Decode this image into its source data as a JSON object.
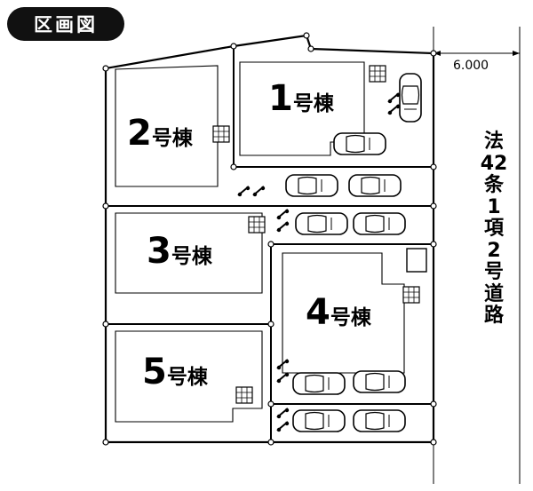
{
  "title": "区画図",
  "lots": [
    {
      "id": "1",
      "number": "1",
      "suffix": "号棟"
    },
    {
      "id": "2",
      "number": "2",
      "suffix": "号棟"
    },
    {
      "id": "3",
      "number": "3",
      "suffix": "号棟"
    },
    {
      "id": "4",
      "number": "4",
      "suffix": "号棟"
    },
    {
      "id": "5",
      "number": "5",
      "suffix": "号棟"
    }
  ],
  "road": {
    "width_label": "6.000",
    "type_label_chars": [
      "法",
      "42",
      "条",
      "1",
      "項",
      "2",
      "号",
      "道",
      "路"
    ]
  }
}
